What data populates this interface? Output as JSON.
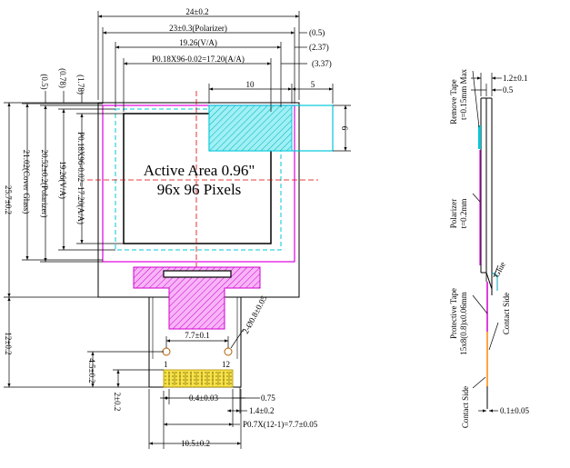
{
  "front_view": {
    "top_dims": {
      "total_width": "24±0.2",
      "polarizer_width": "23±0.3(Polarizer)",
      "va_width": "19.26(V/A)",
      "aa_width": "P0.18X96-0.02=17.20(A/A)",
      "offset_a": "(0.5)",
      "offset_b": "(2.37)",
      "offset_c": "(3.37)"
    },
    "left_dims": {
      "total_height": "25.7±0.2",
      "cover_glass": "21.02(Cover Glass)",
      "polarizer_height": "20.52±0.2(Polarizer)",
      "va_height": "19.26(V/A)",
      "aa_height": "P0.18X96-0.02=17.20(A/A)",
      "offset_top_a": "(0.5)",
      "offset_top_b": "(0.78)",
      "offset_top_c": "(1.78)"
    },
    "active_area": {
      "line1": "Active Area 0.96\"",
      "line2": "96x 96 Pixels"
    },
    "tape_dims": {
      "width": "10",
      "offset": "5",
      "height": "6"
    },
    "fpc": {
      "fpc_length": "12±0.2",
      "pin_first": "1",
      "pin_last": "12",
      "hole_spacing": "7.7±0.1",
      "hole_dia": "2-Ø0.8±0.05",
      "hole_height": "4.5±0.2",
      "contact_height": "2±0.2",
      "pin_width": "0.4±0.03",
      "edge_a": "0.75",
      "edge_b": "1.4±0.2",
      "pitch": "P0.7X(12-1)=7.7±0.05",
      "fpc_width": "10.5±0.2"
    }
  },
  "side_view": {
    "remove_tape": "Remove Tape",
    "remove_tape_thk": "t=0.15mm Max",
    "top_thk": "1.2±0.1",
    "top_offset": "0.5",
    "polarizer": "Polarizer",
    "polarizer_thk": "t=0.2mm",
    "glue": "Glue",
    "protective_tape": "Protective Tape",
    "protective_tape_size": "15x8(0.8)x0.06mm",
    "contact_side_1": "Contact Side",
    "contact_side_2": "Contact Side",
    "fpc_thk": "0.1±0.05"
  },
  "colors": {
    "polarizer": "#e000e0",
    "tape": "#00c8d8",
    "center_line": "#e00000",
    "contact": "#f0d000",
    "fpc_side": "#ff8800"
  }
}
